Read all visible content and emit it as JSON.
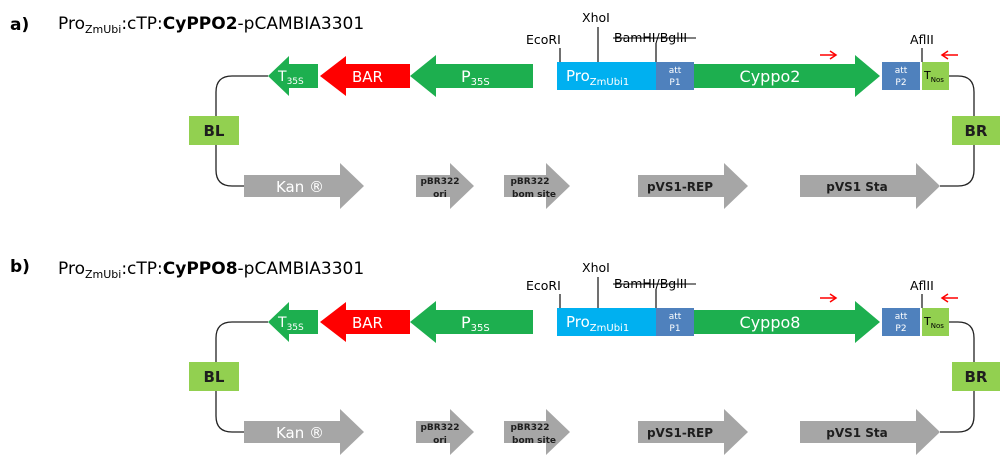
{
  "colors": {
    "green_dark": "#1daf4f",
    "red": "#ff0000",
    "blue_light": "#00b0f0",
    "steel_blue": "#4f81bd",
    "green_light": "#92d050",
    "gray": "#a6a6a6",
    "primer_red": "#ff0000"
  },
  "panels": [
    {
      "label": "a)",
      "title": {
        "pro": "Pro",
        "sub": "ZmUbi",
        "mid": ":cTP:",
        "gene": "CyPPO2",
        "tail": "-pCAMBIA3301"
      },
      "sites": {
        "ecori": "EcoRI",
        "xhoi": "XhoI",
        "bam": "BamHI/BglII",
        "afl": "AflII"
      },
      "top_elements": {
        "t35s": "T",
        "t35s_sub": "35S",
        "bar": "BAR",
        "p35s": "P",
        "p35s_sub": "35S",
        "pro": "Pro",
        "pro_sub": "ZmUbi1",
        "attp1_a": "att",
        "attp1_b": "P1",
        "gene": "Cyppo2",
        "attp2_a": "att",
        "attp2_b": "P2",
        "tnos": "T",
        "tnos_sub": "Nos"
      },
      "borders": {
        "left": "BL",
        "right": "BR"
      },
      "bottom_elements": {
        "kan": "Kan ®",
        "ori_a": "pBR322",
        "ori_b": "ori",
        "bom_a": "pBR322",
        "bom_b": "bom site",
        "rep": "pVS1-REP",
        "sta": "pVS1 Sta"
      }
    },
    {
      "label": "b)",
      "title": {
        "pro": "Pro",
        "sub": "ZmUbi",
        "mid": ":cTP:",
        "gene": "CyPPO8",
        "tail": "-pCAMBIA3301"
      },
      "sites": {
        "ecori": "EcoRI",
        "xhoi": "XhoI",
        "bam": "BamHI/BglII",
        "afl": "AflII"
      },
      "top_elements": {
        "t35s": "T",
        "t35s_sub": "35S",
        "bar": "BAR",
        "p35s": "P",
        "p35s_sub": "35S",
        "pro": "Pro",
        "pro_sub": "ZmUbi1",
        "attp1_a": "att",
        "attp1_b": "P1",
        "gene": "Cyppo8",
        "attp2_a": "att",
        "attp2_b": "P2",
        "tnos": "T",
        "tnos_sub": "Nos"
      },
      "borders": {
        "left": "BL",
        "right": "BR"
      },
      "bottom_elements": {
        "kan": "Kan ®",
        "ori_a": "pBR322",
        "ori_b": "ori",
        "bom_a": "pBR322",
        "bom_b": "bom site",
        "rep": "pVS1-REP",
        "sta": "pVS1 Sta"
      }
    }
  ]
}
